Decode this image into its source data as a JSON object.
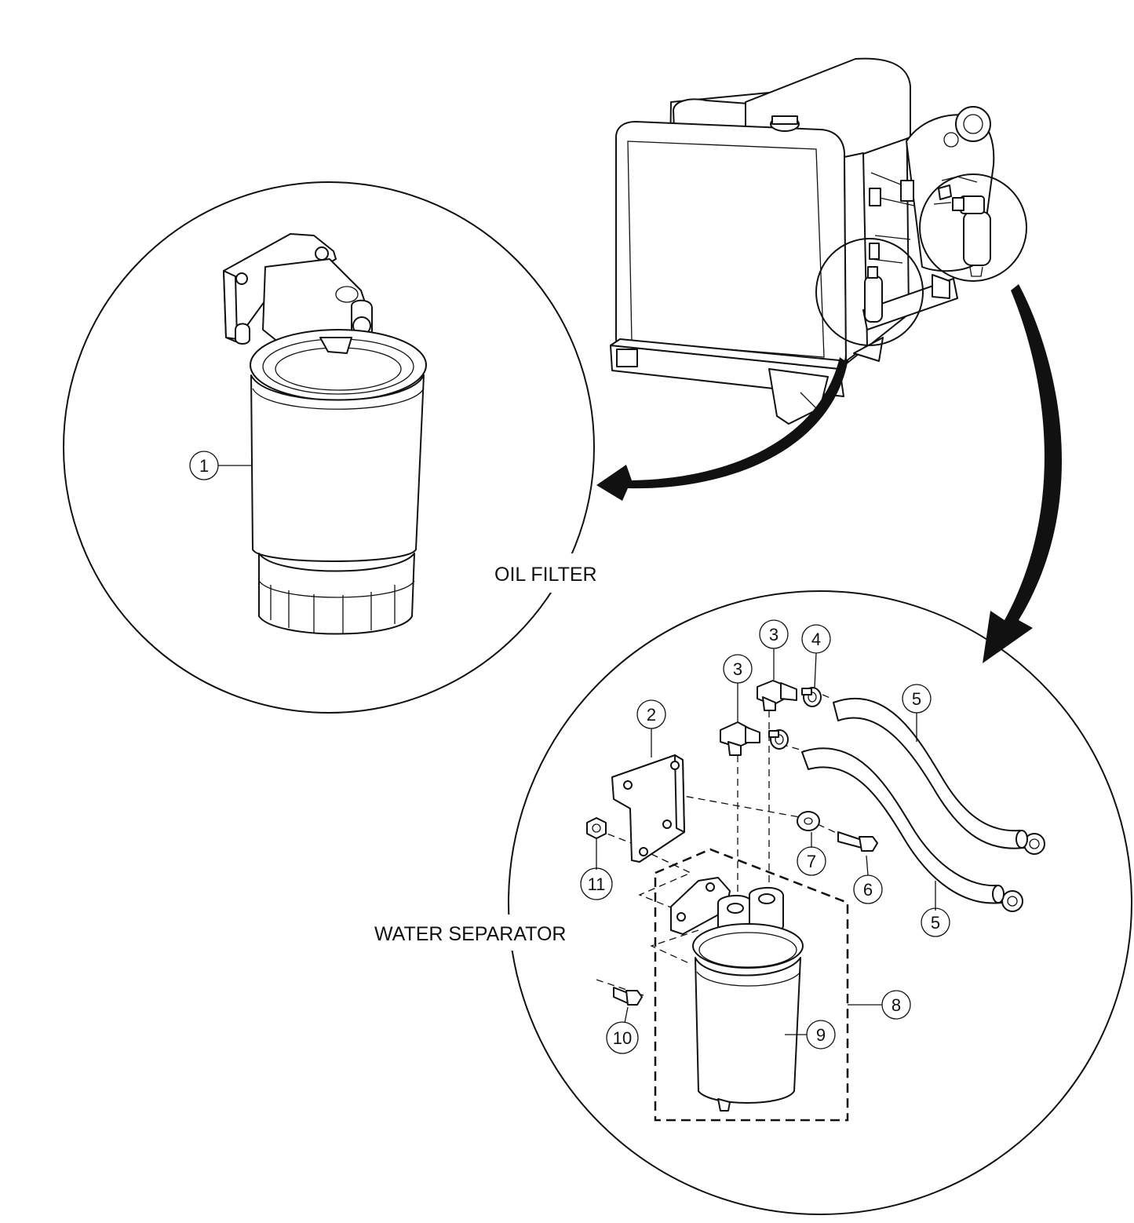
{
  "labels": {
    "oil_filter": "OIL FILTER",
    "water_separator": "WATER SEPARATOR"
  },
  "callouts": {
    "c1": "1",
    "c2": "2",
    "c3a": "3",
    "c3b": "3",
    "c4": "4",
    "c5a": "5",
    "c5b": "5",
    "c6": "6",
    "c7": "7",
    "c8": "8",
    "c9": "9",
    "c10": "10",
    "c11": "11"
  }
}
